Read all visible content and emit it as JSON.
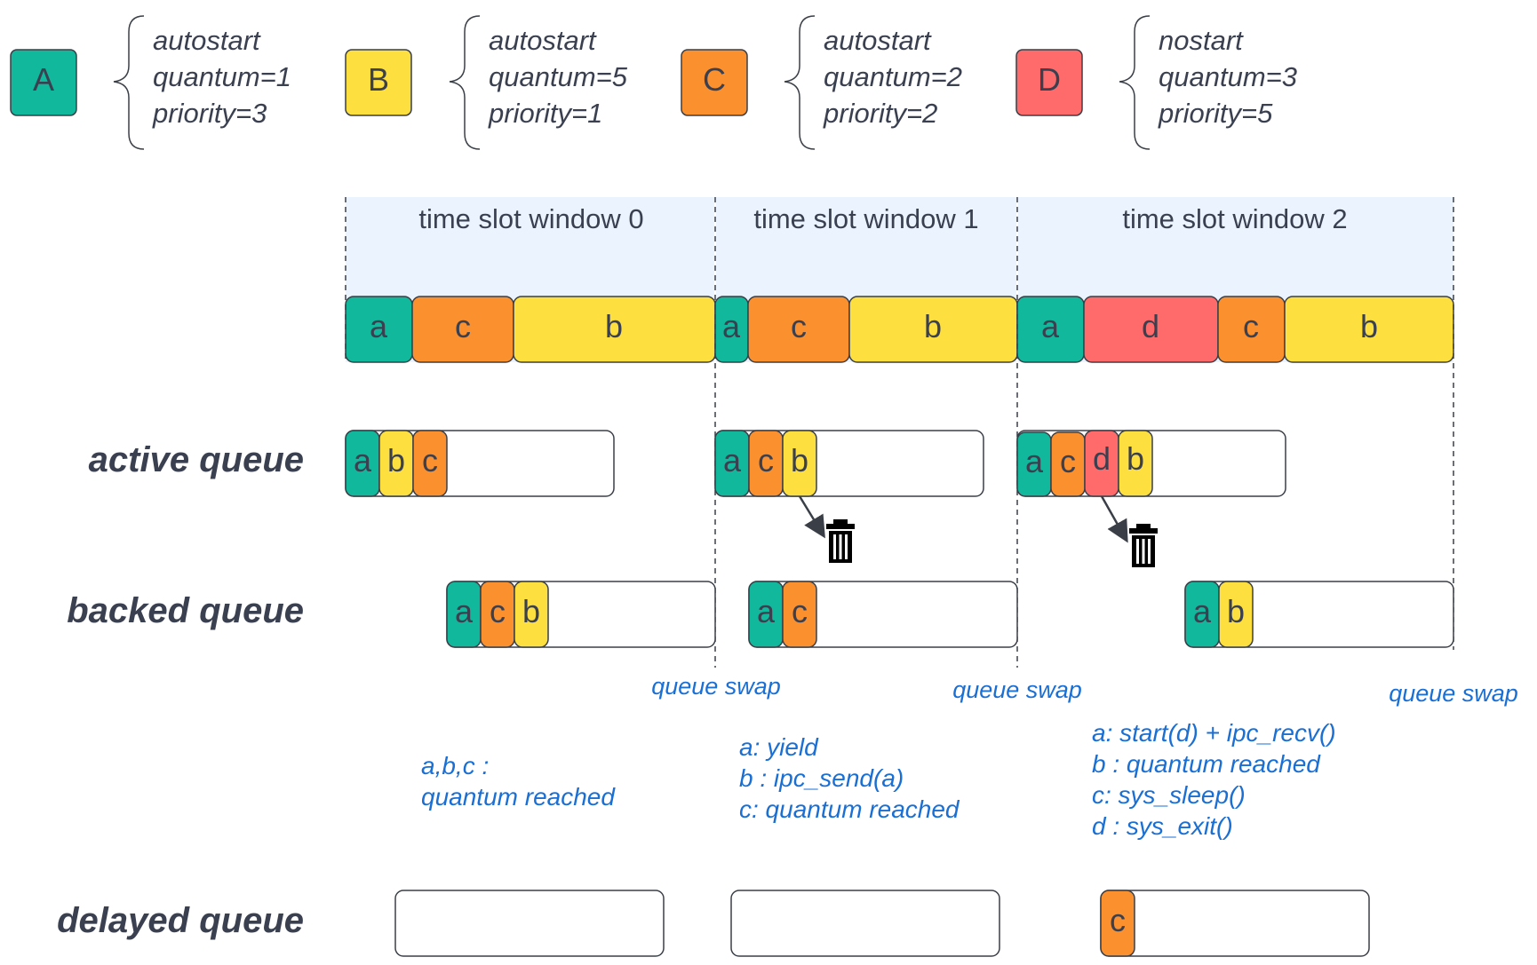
{
  "colors": {
    "a": "#11b89c",
    "b": "#fde03f",
    "c": "#fb902f",
    "d": "#ff6b6b",
    "window_bg": "#eaf3fe",
    "label_dark": "#3a4050",
    "note_blue": "#1a6fd4",
    "border": "#3a3f47"
  },
  "legend": [
    {
      "letter": "A",
      "key": "a",
      "lines": [
        "autostart",
        "quantum=1",
        "priority=3"
      ]
    },
    {
      "letter": "B",
      "key": "b",
      "lines": [
        "autostart",
        "quantum=5",
        "priority=1"
      ]
    },
    {
      "letter": "C",
      "key": "c",
      "lines": [
        "autostart",
        "quantum=2",
        "priority=2"
      ]
    },
    {
      "letter": "D",
      "key": "d",
      "lines": [
        "nostart",
        "quantum=3",
        "priority=5"
      ]
    }
  ],
  "windows": [
    {
      "title": "time slot window 0",
      "slots": [
        "a",
        "c",
        "b"
      ]
    },
    {
      "title": "time slot window 1",
      "slots": [
        "a",
        "c",
        "b"
      ]
    },
    {
      "title": "time slot window 2",
      "slots": [
        "a",
        "d",
        "c",
        "b"
      ]
    }
  ],
  "rows": {
    "active": {
      "label": "active queue",
      "queues": [
        [
          "a",
          "b",
          "c"
        ],
        [
          "a",
          "c",
          "b"
        ],
        [
          "a",
          "c",
          "d",
          "b"
        ]
      ],
      "trash_icon": "trash-icon"
    },
    "backed": {
      "label": "backed queue",
      "queues": [
        [
          "a",
          "c",
          "b"
        ],
        [
          "a",
          "c"
        ],
        [
          "a",
          "b"
        ]
      ]
    },
    "delayed": {
      "label": "delayed queue",
      "queues": [
        [],
        [],
        [
          "c"
        ]
      ]
    }
  },
  "queue_swap_label": "queue swap",
  "notes": [
    [
      "a,b,c :",
      "quantum reached"
    ],
    [
      "a: yield",
      "b : ipc_send(a)",
      "c: quantum reached"
    ],
    [
      "a: start(d) + ipc_recv()",
      "b : quantum reached",
      "c: sys_sleep()",
      "d : sys_exit()"
    ]
  ]
}
